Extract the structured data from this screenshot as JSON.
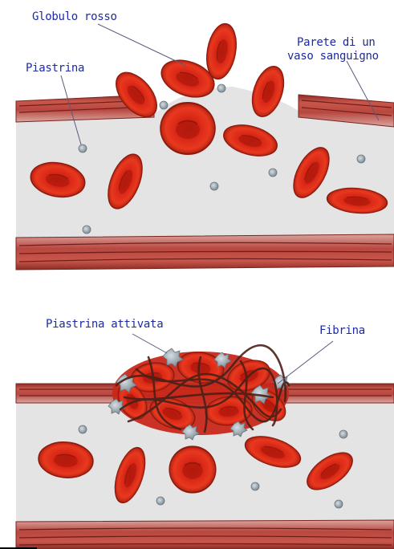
{
  "labels": {
    "globulo_rosso": "Globulo rosso",
    "piastrina": "Piastrina",
    "parete_line1": "Parete di un",
    "parete_line2": "vaso sanguigno",
    "piastrina_attivata": "Piastrina attivata",
    "fibrina": "Fibrina"
  },
  "colors": {
    "label_text": "#1d2aa3",
    "leader_line": "#5a5a7a",
    "vessel_lumen": "#e6e6e6",
    "vessel_wall": "#b8473f",
    "vessel_wall_dark": "#7a2420",
    "red_cell": "#e2301f",
    "red_cell_dark": "#a51d10",
    "platelet": "#9aa7b0",
    "fibrin": "#5a2a20"
  },
  "icons": {
    "red_blood_cell": "red-blood-cell-icon",
    "platelet": "platelet-icon",
    "activated_platelet": "activated-platelet-icon",
    "fibrin": "fibrin-strand-icon"
  }
}
